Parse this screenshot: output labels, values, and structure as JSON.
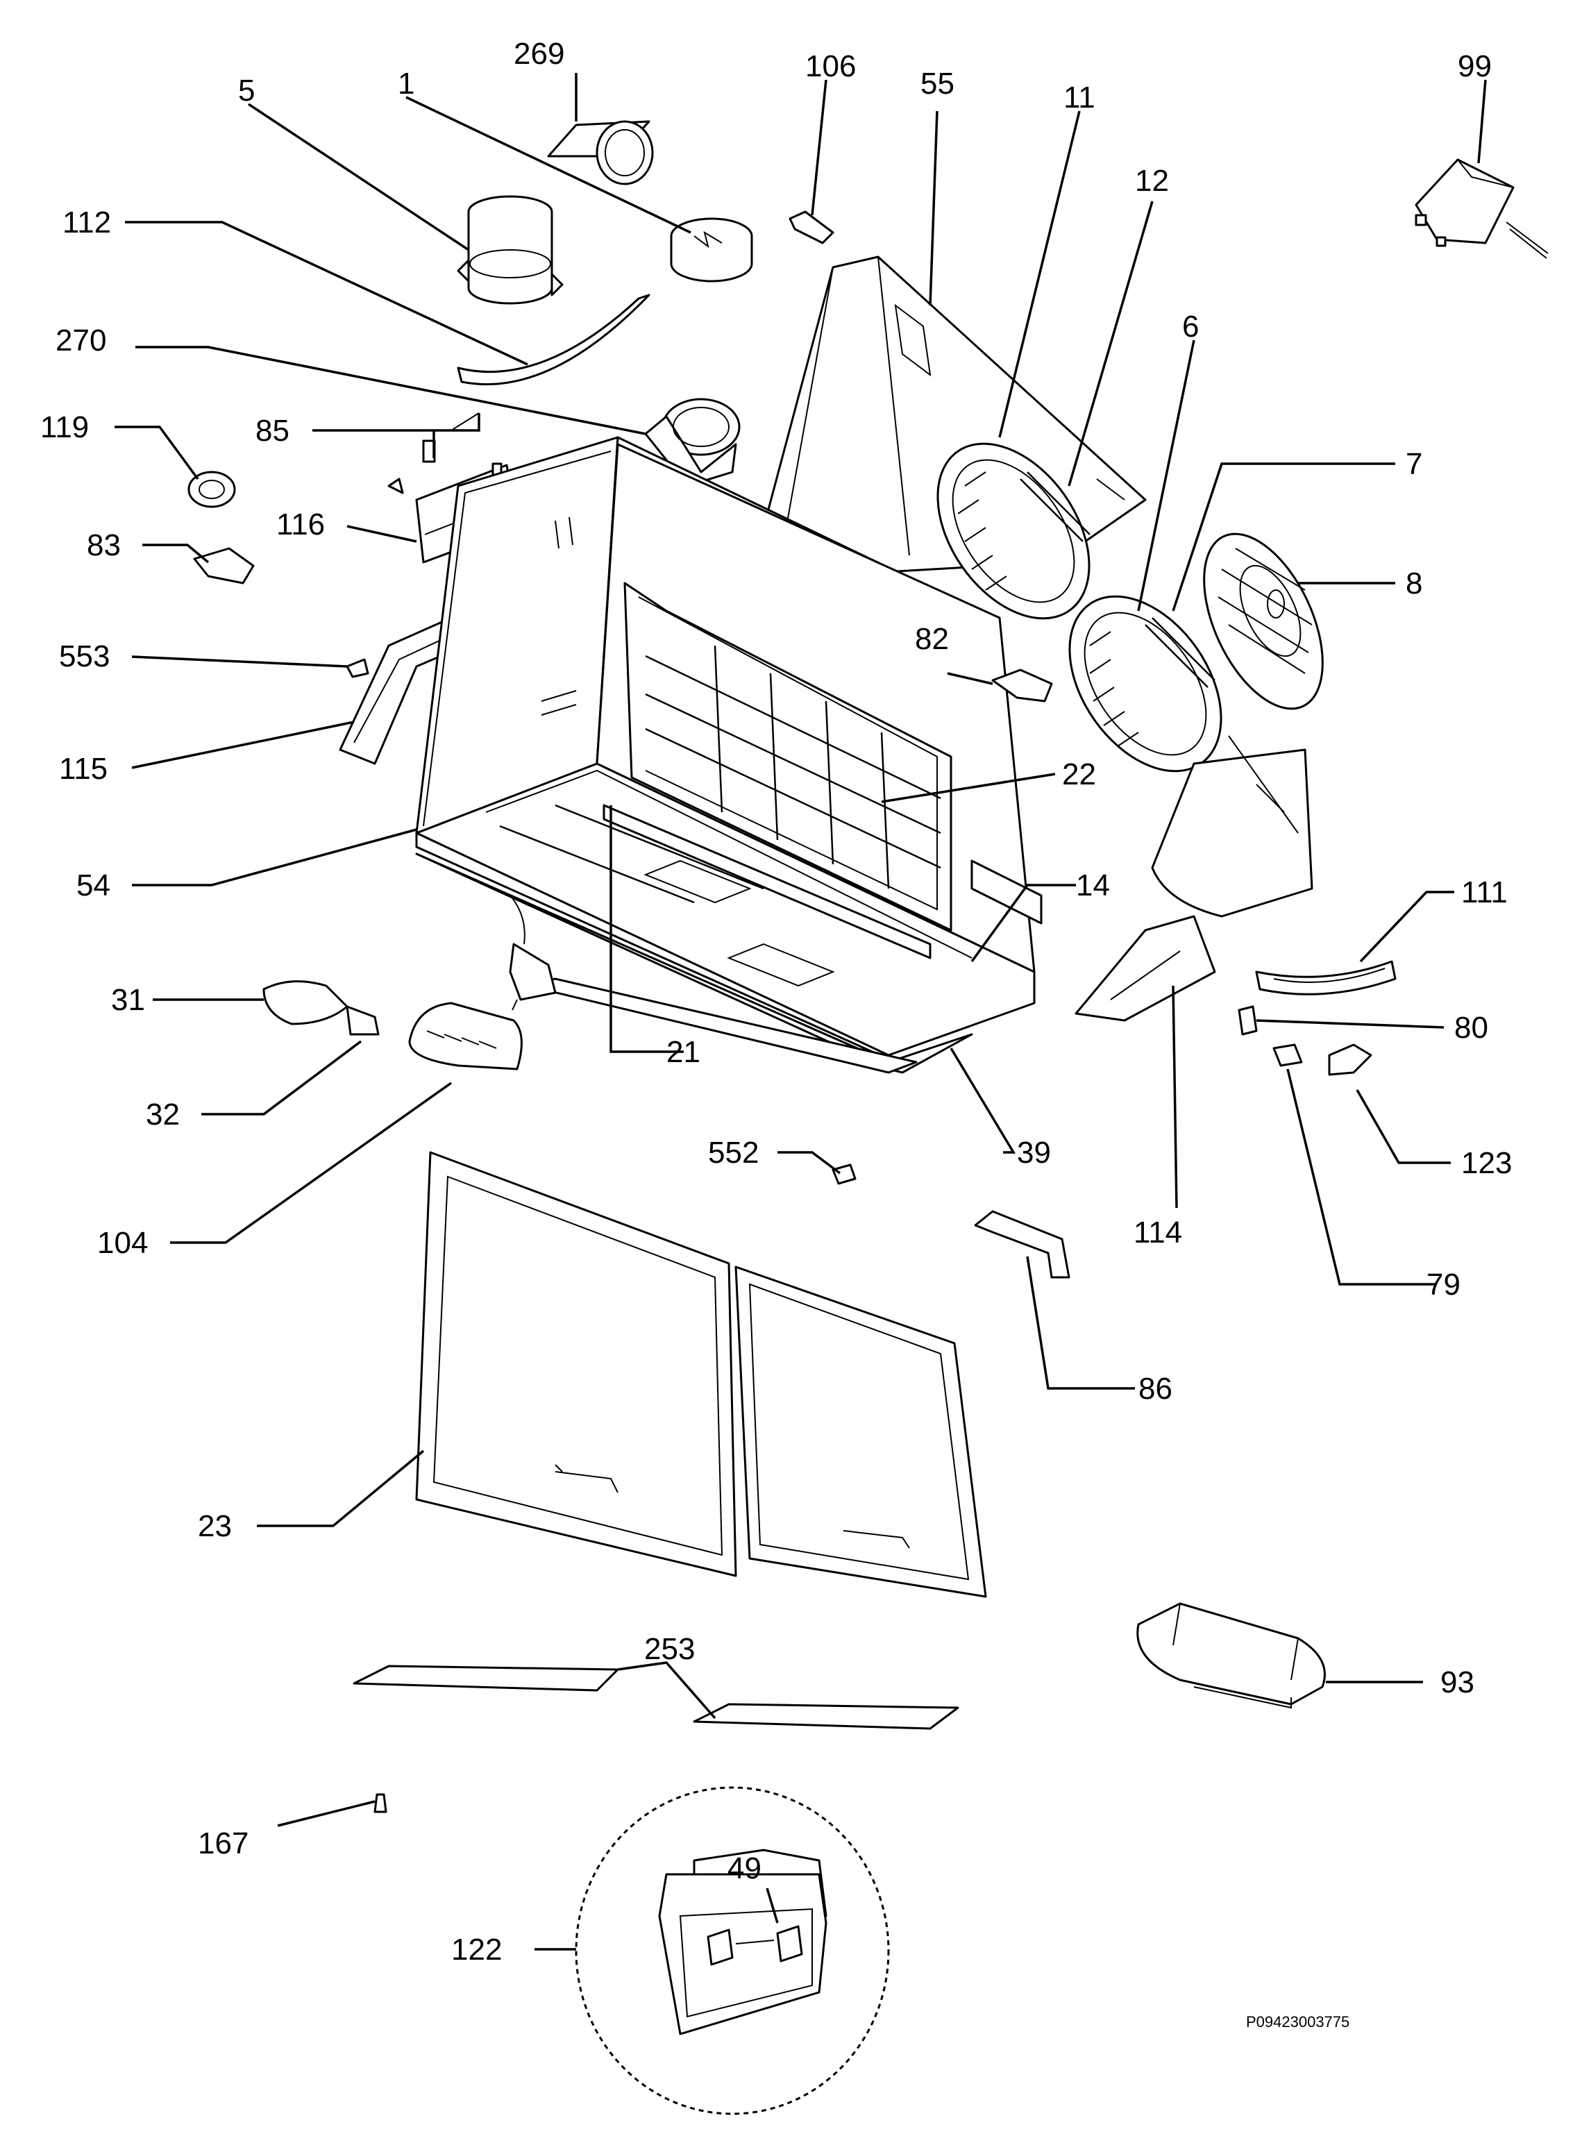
{
  "document_id": "P09423003775",
  "callouts": {
    "c1": "1",
    "c5": "5",
    "c269": "269",
    "c106": "106",
    "c55": "55",
    "c11": "11",
    "c12": "12",
    "c99": "99",
    "c112": "112",
    "c270": "270",
    "c6": "6",
    "c7": "7",
    "c119": "119",
    "c85": "85",
    "c116": "116",
    "c83": "83",
    "c8": "8",
    "c553": "553",
    "c82": "82",
    "c115": "115",
    "c22": "22",
    "c54": "54",
    "c14": "14",
    "c111": "111",
    "c31": "31",
    "c80": "80",
    "c21": "21",
    "c32": "32",
    "c39": "39",
    "c552": "552",
    "c123": "123",
    "c104": "104",
    "c114": "114",
    "c79": "79",
    "c86": "86",
    "c23": "23",
    "c253": "253",
    "c93": "93",
    "c167": "167",
    "c49": "49",
    "c122": "122"
  }
}
